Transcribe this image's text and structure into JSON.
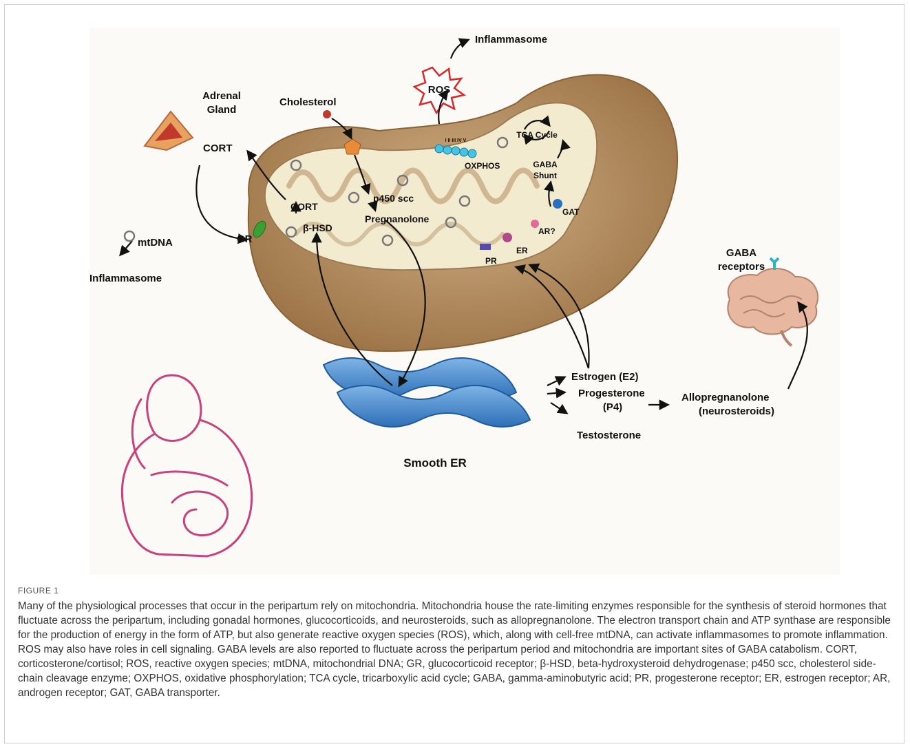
{
  "figure": {
    "label": "FIGURE 1",
    "caption": "Many of the physiological processes that occur in the peripartum rely on mitochondria. Mitochondria house the rate-limiting enzymes responsible for the synthesis of steroid hormones that fluctuate across the peripartum, including gonadal hormones, glucocorticoids, and neurosteroids, such as allopregnanolone. The electron transport chain and ATP synthase are responsible for the production of energy in the form of ATP, but also generate reactive oxygen species (ROS), which, along with cell-free mtDNA, can activate inflammasomes to promote inflammation. ROS may also have roles in cell signaling. GABA levels are also reported to fluctuate across the peripartum period and mitochondria are important sites of GABA catabolism. CORT, corticosterone/cortisol; ROS, reactive oxygen species; mtDNA, mitochondrial DNA; GR, glucocorticoid receptor; β-HSD, beta-hydroxysteroid dehydrogenase; p450 scc, cholesterol side-chain cleavage enzyme; OXPHOS, oxidative phosphorylation; TCA cycle, tricarboxylic acid cycle; GABA, gamma-aminobutyric acid; PR, progesterone receptor; ER, estrogen receptor; AR, androgen receptor; GAT, GABA transporter."
  },
  "labels": {
    "inflammasome_top": "Inflammasome",
    "ros": "ROS",
    "adrenal_line1": "Adrenal",
    "adrenal_line2": "Gland",
    "cholesterol": "Cholesterol",
    "cort_outer": "CORT",
    "gr": "GR",
    "mtdna": "mtDNA",
    "inflammasome_left": "Inflammasome",
    "cort_inner": "CORT",
    "beta_hsd": "β-HSD",
    "p450": "p450 scc",
    "pregnanolone": "Pregnanolone",
    "oxphos": "OXPHOS",
    "complexes": "I II III IV V",
    "tca": "TCA Cycle",
    "gaba_shunt_line1": "GABA",
    "gaba_shunt_line2": "Shunt",
    "gat": "GAT",
    "ar": "AR?",
    "er": "ER",
    "pr": "PR",
    "gaba_receptors_line1": "GABA",
    "gaba_receptors_line2": "receptors",
    "estrogen": "Estrogen (E2)",
    "progesterone_line1": "Progesterone",
    "progesterone_line2": "(P4)",
    "testosterone": "Testosterone",
    "allo_line1": "Allopregnanolone",
    "allo_line2": "(neurosteroids)",
    "smooth_er": "Smooth ER"
  },
  "colors": {
    "mito_outer": "#b58a5c",
    "mito_inner": "#f3ebcf",
    "cristae_edge": "#9c7a52",
    "er_blue": "#3b7fc4",
    "ros_red": "#d8282a",
    "woman_pink": "#c8417a",
    "brain_pink": "#e7b7a0",
    "gr_green": "#3aa033",
    "gat_blue": "#2a6fc0",
    "receptor_teal": "#2bb5c0"
  }
}
